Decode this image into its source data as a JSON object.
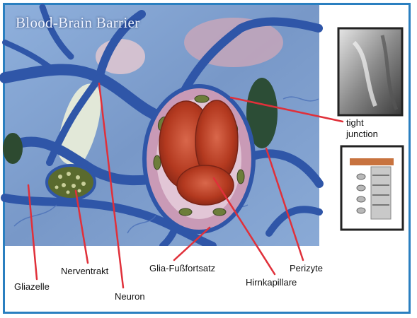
{
  "title": "Blood-Brain Barrier",
  "labels": {
    "tight_junction_1": "tight",
    "tight_junction_2": "junction",
    "gliazelle": "Gliazelle",
    "nerventrakt": "Nerventrakt",
    "neuron": "Neuron",
    "glia_fussfortsatz": "Glia-Fußfortsatz",
    "hirnkapillare": "Hirnkapillare",
    "perizyte": "Perizyte"
  },
  "colors": {
    "frame": "#2a7fc0",
    "leader": "#e0303a",
    "vessel": "#2f56a8",
    "background_tissue": "#7fa1cf",
    "capillary_wall": "#c99ab6",
    "blood_cell": "#c8442e"
  }
}
